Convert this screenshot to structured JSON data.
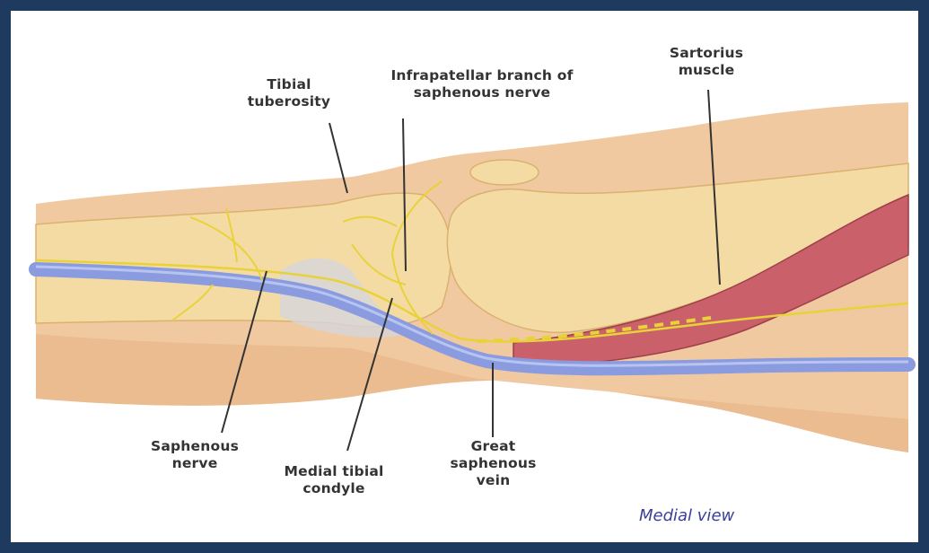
{
  "labels": {
    "tibial_tuberosity": "Tibial\ntuberosity",
    "infrapatellar_branch": "Infrapatellar branch of\nsaphenous nerve",
    "sartorius_muscle": "Sartorius\nmuscle",
    "saphenous_nerve": "Saphenous\nnerve",
    "medial_tibial_condyle": "Medial tibial\ncondyle",
    "great_saphenous_vein": "Great\nsaphenous\nvein"
  },
  "view_label": "Medial view",
  "colors": {
    "frame": "#1e3a5f",
    "skin": "#f0c9a0",
    "bone": "#f4dba4",
    "muscle": "#c9606a",
    "vein": "#8a9be0",
    "nerve": "#e8d23a",
    "leader": "#333333"
  }
}
